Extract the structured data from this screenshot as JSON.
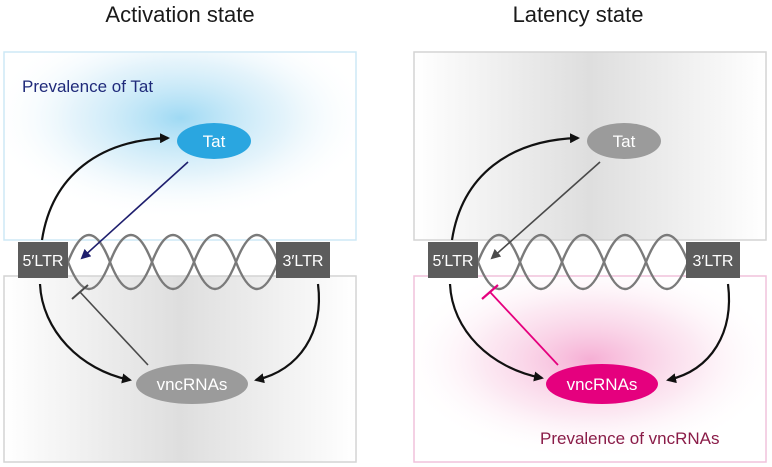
{
  "left_panel": {
    "heading": "Activation state",
    "note": "Prevalence of Tat",
    "tat_label": "Tat",
    "ltr5_label": "5′LTR",
    "ltr3_label": "3′LTR",
    "vncrnas_label": "vncRNAs"
  },
  "right_panel": {
    "heading": "Latency state",
    "note": "Prevalence of vncRNAs",
    "tat_label": "Tat",
    "ltr5_label": "5′LTR",
    "ltr3_label": "3′LTR",
    "vncrnas_label": "vncRNAs"
  },
  "colors": {
    "tat_active": "#2aa6e0",
    "tat_inactive": "#9b9b9b",
    "vncrnas_active": "#e5007e",
    "vncrnas_inactive": "#9b9b9b",
    "ltr_box": "#5c5c5c",
    "arrow_dark_blue": "#1f1f6e",
    "arrow_gray": "#4a4a4a",
    "inhibit_pink": "#e5007e",
    "note_blue": "#1f2a7a",
    "note_maroon": "#8a1c48",
    "panel_border_blue": "#cde9f6",
    "panel_border_pink": "#f0c2dc",
    "panel_border_gray": "#d4d4d4"
  }
}
